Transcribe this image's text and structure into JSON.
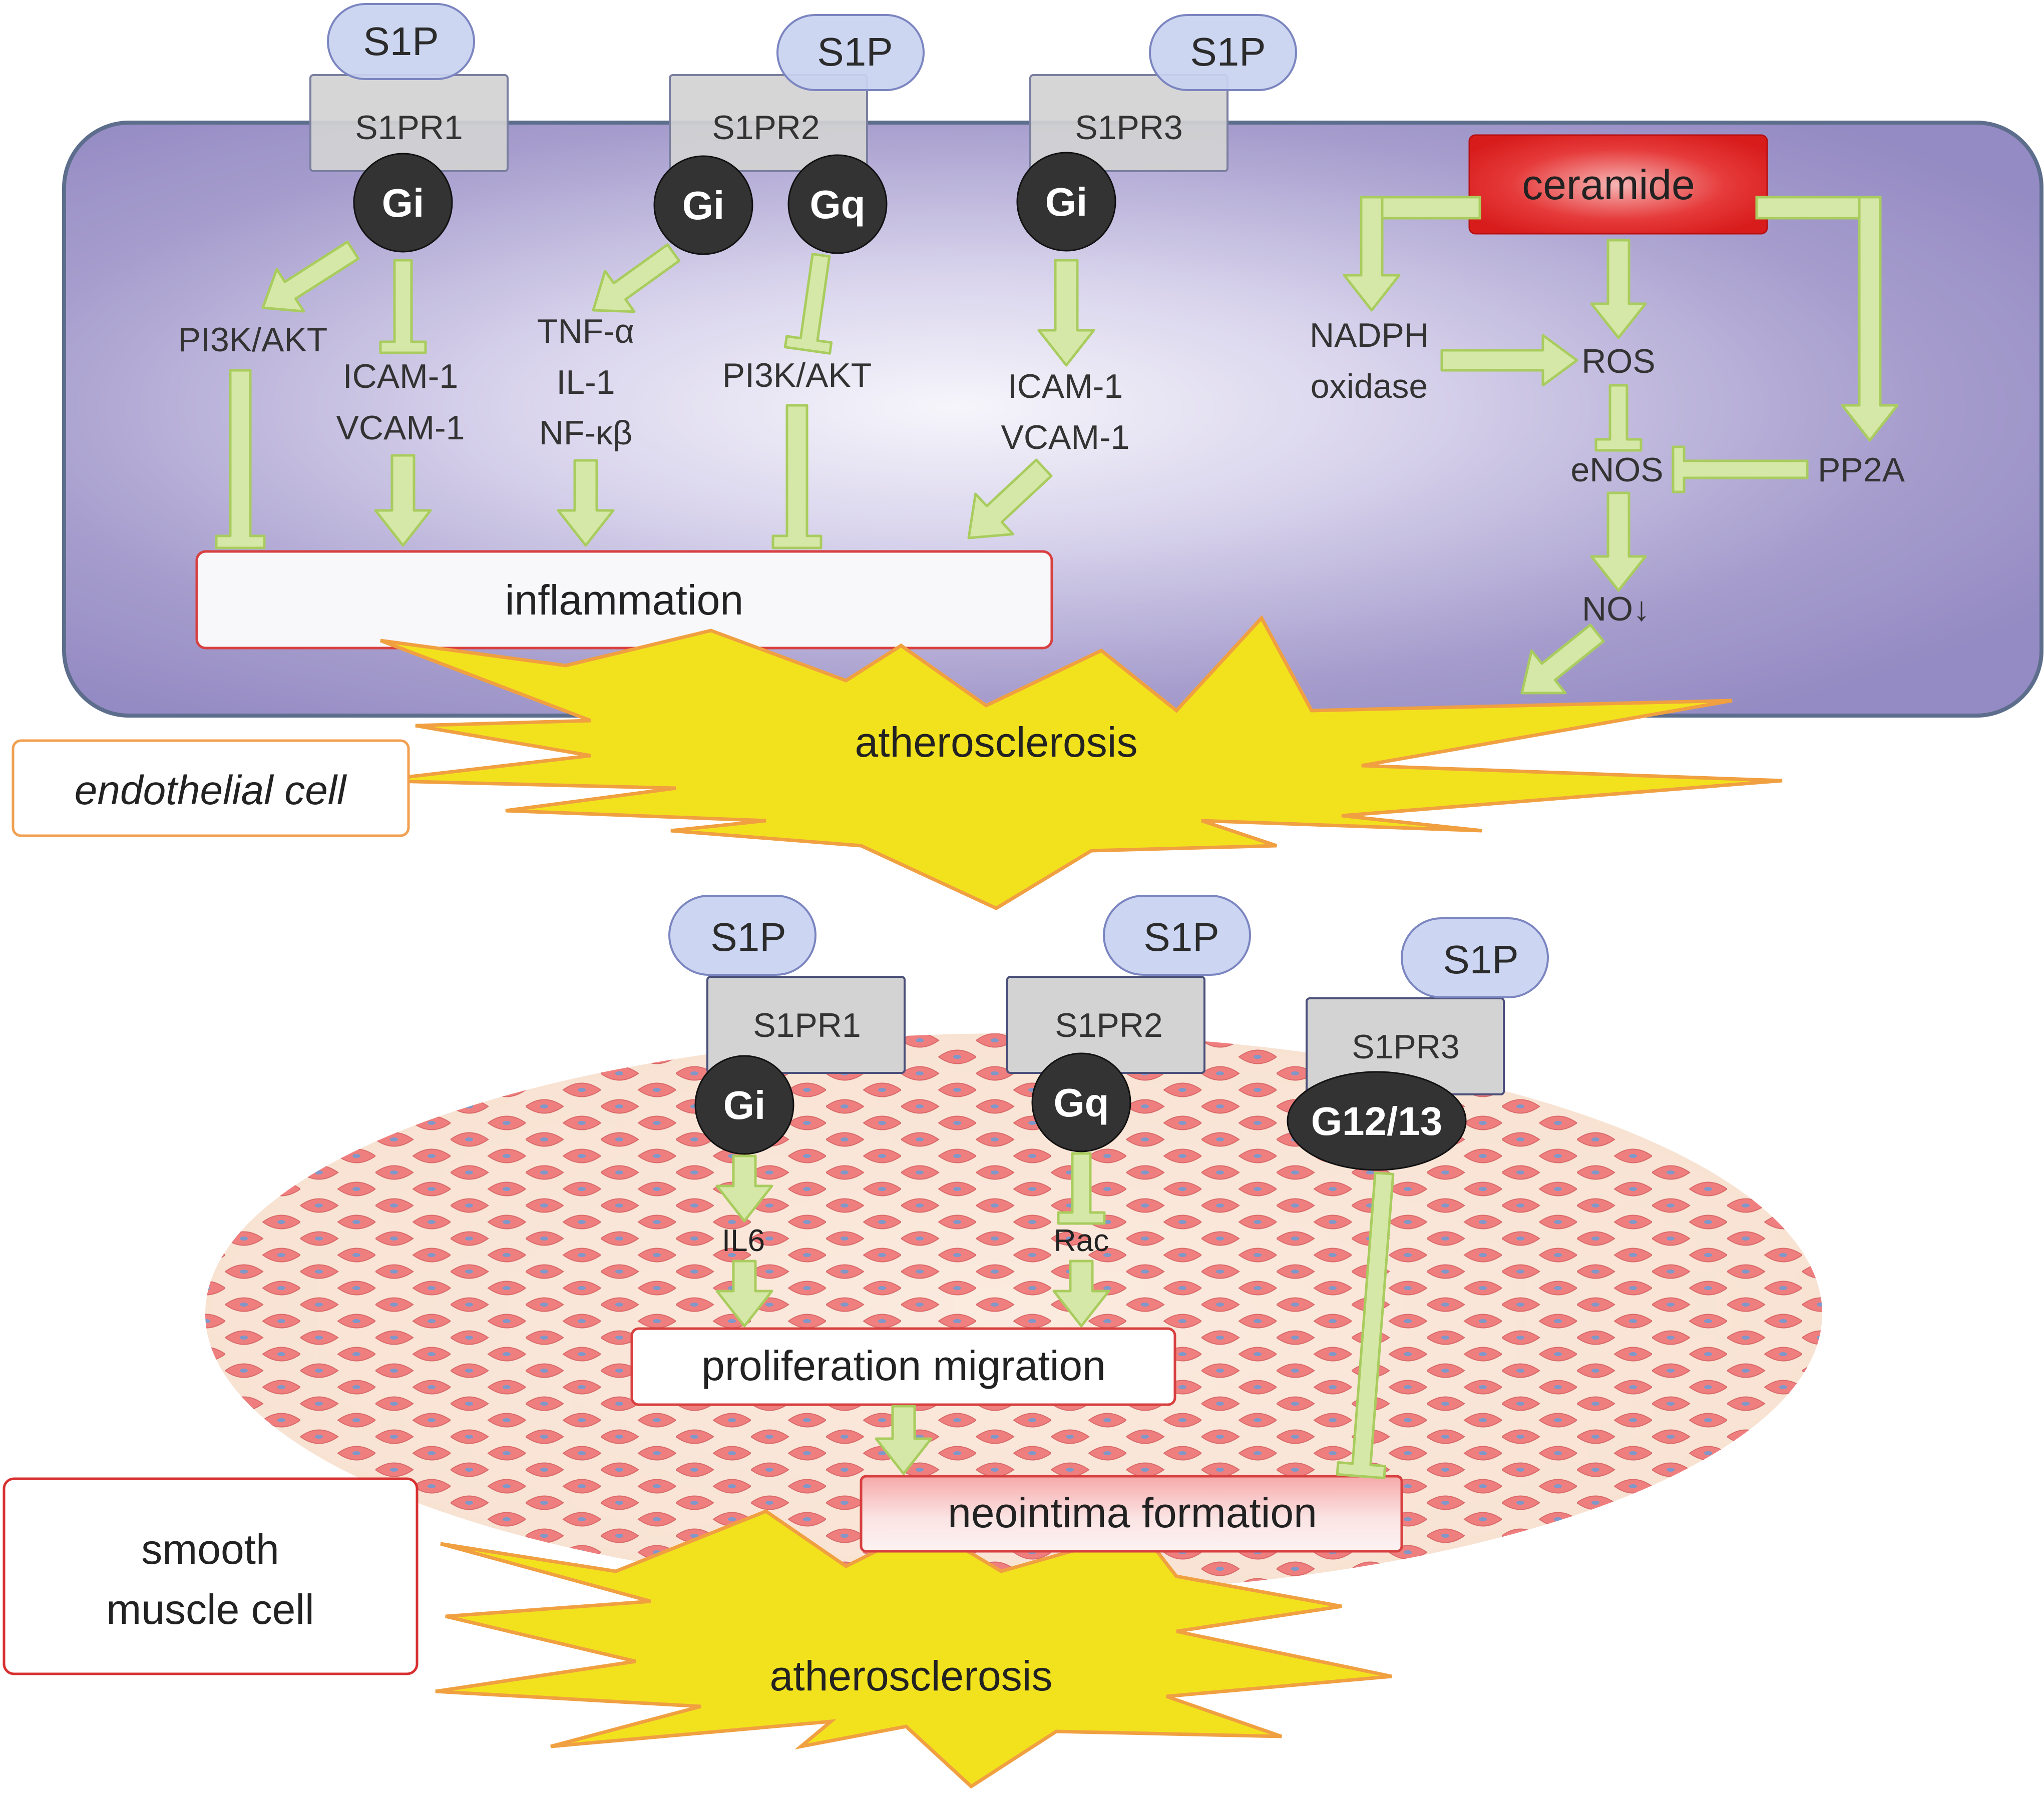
{
  "endothelial": {
    "cell_label": "endothelial cell",
    "ligand": "S1P",
    "receptors": [
      {
        "name": "S1PR1",
        "g_proteins": [
          "Gi"
        ]
      },
      {
        "name": "S1PR2",
        "g_proteins": [
          "Gi",
          "Gq"
        ]
      },
      {
        "name": "S1PR3",
        "g_proteins": [
          "Gi"
        ]
      }
    ],
    "mediators": {
      "pi3k_akt_1": "PI3K/AKT",
      "icam1_a": "ICAM-1",
      "vcam1_a": "VCAM-1",
      "tnf": "TNF-α",
      "il1": "IL-1",
      "nfkb": "NF-κβ",
      "pi3k_akt_2": "PI3K/AKT",
      "icam1_b": "ICAM-1",
      "vcam1_b": "VCAM-1"
    },
    "ceramide": {
      "label": "ceramide",
      "nadph_line1": "NADPH",
      "nadph_line2": "oxidase",
      "ros": "ROS",
      "enos": "eNOS",
      "pp2a": "PP2A",
      "no": "NO↓"
    },
    "outcome": "inflammation",
    "burst": "atherosclerosis"
  },
  "smooth_muscle": {
    "cell_label_line1": "smooth",
    "cell_label_line2": "muscle cell",
    "ligand": "S1P",
    "receptors": [
      {
        "name": "S1PR1",
        "g_protein": "Gi"
      },
      {
        "name": "S1PR2",
        "g_protein": "Gq"
      },
      {
        "name": "S1PR3",
        "g_protein": "G12/13"
      }
    ],
    "mediators": {
      "il6": "IL6",
      "rac": "Rac"
    },
    "proliferation": "proliferation migration",
    "neointima": "neointima formation",
    "burst": "atherosclerosis"
  },
  "colors": {
    "endothelial_fill": "#9b91c7",
    "ligand_fill": "#c9d3f0",
    "receptor_fill": "#d3d3d3",
    "g_protein_fill": "#333333",
    "arrow_fill": "#d6e8a8",
    "arrow_stroke": "#a9cc5e",
    "ceramide_fill": "#e02020",
    "burst_fill": "#f2e21e",
    "burst_stroke": "#f0a040",
    "smc_cell_fill": "#f07b7b",
    "smc_nucleus": "#7a93c8"
  }
}
